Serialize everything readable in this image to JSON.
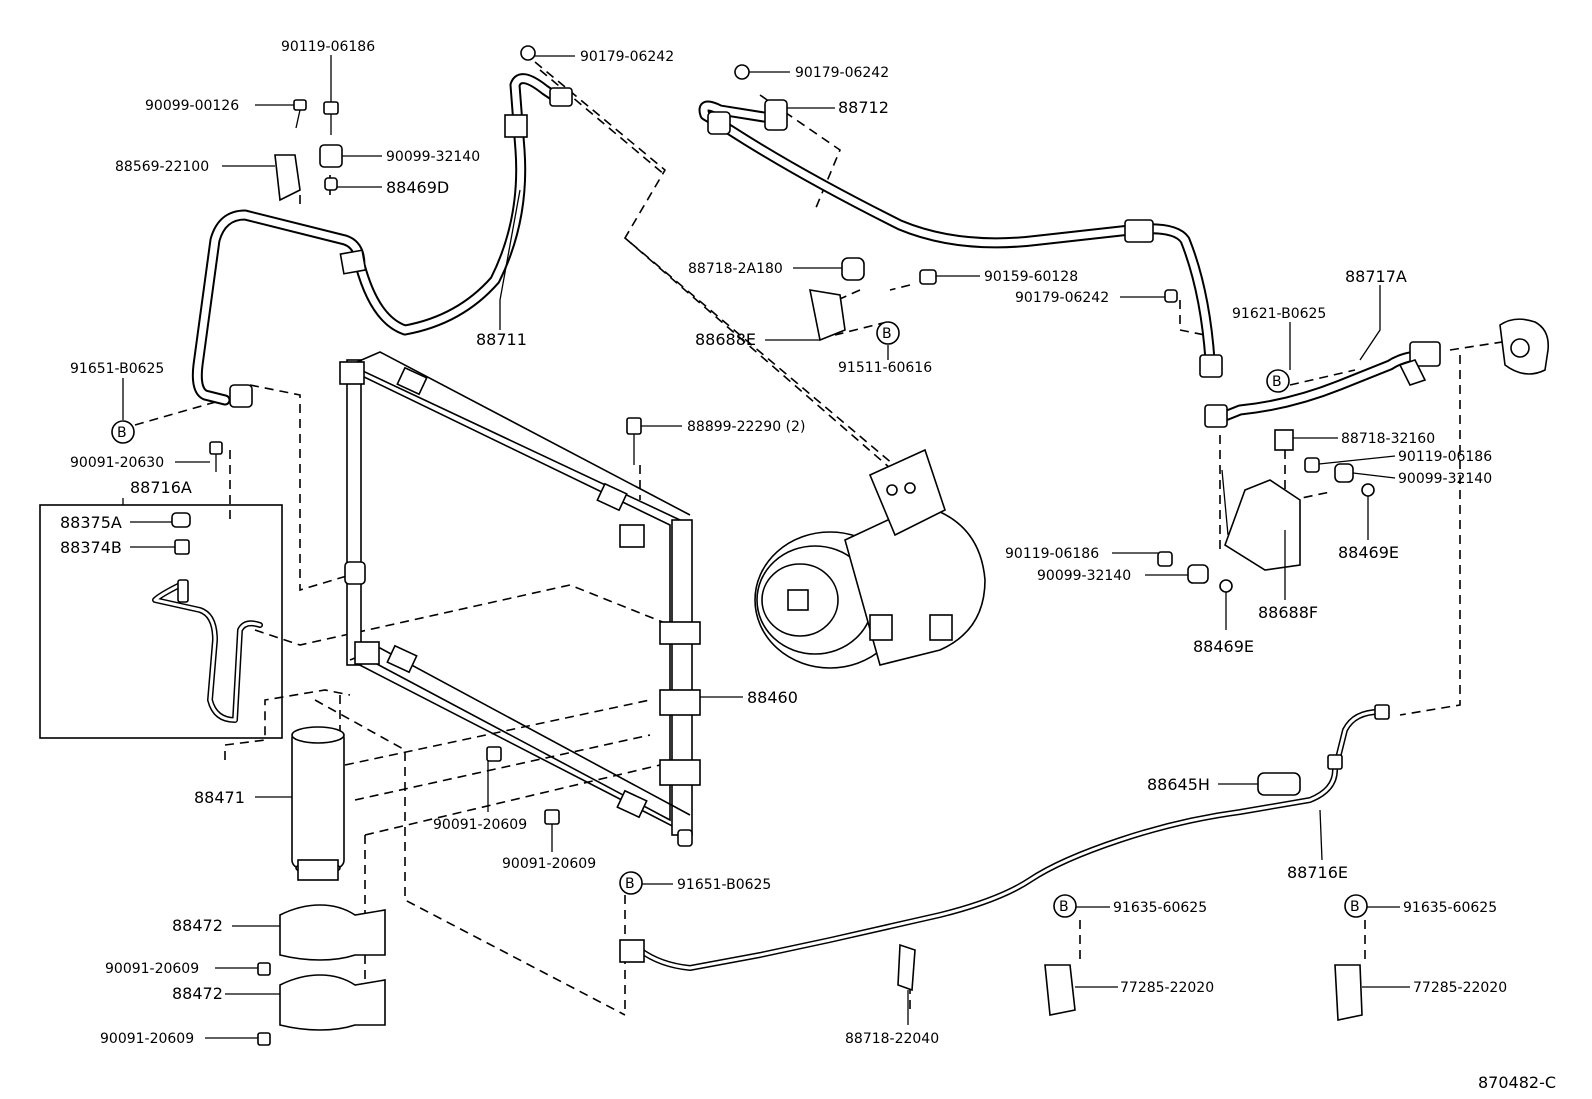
{
  "diagram_id": "870482-C",
  "legend_badge": "B",
  "labels": {
    "p_90119_06186_top": "90119-06186",
    "p_90099_00126": "90099-00126",
    "p_88569_22100": "88569-22100",
    "p_90099_32140_top": "90099-32140",
    "p_88469D": "88469D",
    "p_90179_06242_a": "90179-06242",
    "p_90179_06242_b": "90179-06242",
    "p_88712": "88712",
    "p_88711": "88711",
    "p_88718_2A180": "88718-2A180",
    "p_90159_60128": "90159-60128",
    "p_90179_06242_c": "90179-06242",
    "p_88717A": "88717A",
    "p_88688E": "88688E",
    "p_91511_60616": "91511-60616",
    "p_91621_B0625": "91621-B0625",
    "p_91651_B0625_left": "91651-B0625",
    "p_88899_22290": "88899-22290 (2)",
    "p_88718_32160": "88718-32160",
    "p_90119_06186_right": "90119-06186",
    "p_90099_32140_right": "90099-32140",
    "p_90091_20630": "90091-20630",
    "p_88716A": "88716A",
    "p_88375A": "88375A",
    "p_88374B": "88374B",
    "p_88469E_right": "88469E",
    "p_90119_06186_mid": "90119-06186",
    "p_90099_32140_mid": "90099-32140",
    "p_88688F": "88688F",
    "p_88469E_mid": "88469E",
    "p_88460": "88460",
    "p_88645H": "88645H",
    "p_88471": "88471",
    "p_90091_20609_a": "90091-20609",
    "p_90091_20609_b": "90091-20609",
    "p_88716E": "88716E",
    "p_91651_B0625_bottom": "91651-B0625",
    "p_91635_60625_a": "91635-60625",
    "p_91635_60625_b": "91635-60625",
    "p_88472_a": "88472",
    "p_90091_20609_c": "90091-20609",
    "p_88472_b": "88472",
    "p_77285_22020_a": "77285-22020",
    "p_77285_22020_b": "77285-22020",
    "p_90091_20609_d": "90091-20609",
    "p_88718_22040": "88718-22040"
  }
}
